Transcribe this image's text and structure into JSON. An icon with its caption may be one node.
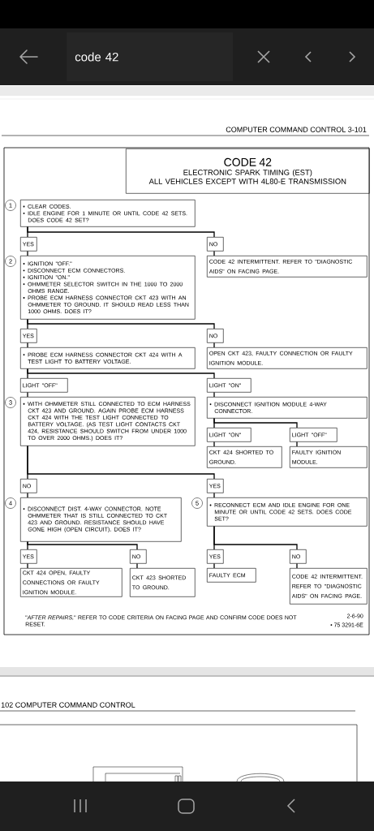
{
  "diagram": {
    "nodes": [
      {
        "text": [
          "CODE 42",
          "ELECTRONIC SPARK TIMING (EST)",
          "ALL VEHICLES EXCEPT WITH 4L80-E TRANSMISSION"
        ]
      },
      {
        "text": [
          "• CLEAR CODES.",
          "• IDLE ENGINE FOR 1 MINUTE OR UNTIL CODE 42 SETS. DOES CODE 42 SET?"
        ],
        "beside": [
          "1"
        ]
      },
      {
        "text": [
          "YES"
        ]
      },
      {
        "text": [
          "NO"
        ]
      },
      {
        "text": [
          "• IGNITION \"OFF.\"",
          "• DISCONNECT ECM CONNECTORS.",
          "• IGNITION \"ON.\"",
          "• OHMMETER SELECTOR SWITCH IN THE 1000 TO 2000 OHMS RANGE.",
          "• PROBE ECM HARNESS CONNECTOR CKT 423 WITH AN OHMMETER TO GROUND. IT SHOULD READ LESS THAN 1000 OHMS. DOES IT?"
        ],
        "beside": [
          "2"
        ]
      },
      {
        "text": [
          "CODE 42 INTERMITTENT. REFER TO \"DIAGNOSTIC AIDS\" ON FACING PAGE."
        ]
      },
      {
        "text": [
          "YES"
        ]
      },
      {
        "text": [
          "NO"
        ]
      },
      {
        "text": [
          "• PROBE ECM HARNESS CONNECTOR CKT 424 WITH A TEST LIGHT TO BATTERY VOLTAGE."
        ]
      },
      {
        "text": [
          "OPEN CKT 423, FAULTY CONNECTION OR FAULTY IGNITION MODULE."
        ]
      },
      {
        "text": [
          "LIGHT \"OFF\""
        ]
      },
      {
        "text": [
          "LIGHT \"ON\""
        ]
      },
      {
        "text": [
          "• WITH OHMMETER STILL CONNECTED TO ECM HARNESS CKT 423 AND GROUND. AGAIN PROBE ECM HARNESS CKT 424 WITH THE TEST LIGHT CONNECTED TO BATTERY VOLTAGE. (AS TEST LIGHT CONTACTS CKT 424, RESISTANCE SHOULD SWITCH FROM UNDER 1000 TO OVER 2000 OHMS.) DOES IT?"
        ],
        "beside": [
          "3"
        ]
      },
      {
        "text": [
          "• DISCONNECT IGNITION MODULE 4-WAY CONNECTOR."
        ]
      },
      {
        "text": [
          "LIGHT \"ON\""
        ]
      },
      {
        "text": [
          "LIGHT \"OFF\""
        ]
      },
      {
        "text": [
          "CKT 424 SHORTED TO GROUND."
        ]
      },
      {
        "text": [
          "FAULTY IGNITION MODULE."
        ]
      },
      {
        "text": [
          "NO"
        ]
      },
      {
        "text": [
          "YES"
        ]
      },
      {
        "text": [
          "• DISCONNECT DIST. 4-WAY CONNECTOR. NOTE OHMMETER THAT IS STILL CONNECTED TO CKT 423 AND GROUND. RESISTANCE SHOULD HAVE GONE HIGH (OPEN CIRCUIT). DOES IT?"
        ],
        "beside": [
          "4"
        ]
      },
      {
        "text": [
          "• RECONNECT ECM AND IDLE ENGINE FOR ONE MINUTE OR UNTIL CODE 42 SETS. DOES CODE SET?"
        ],
        "beside": [
          "5"
        ]
      },
      {
        "text": [
          "YES"
        ]
      },
      {
        "text": [
          "NO"
        ]
      },
      {
        "text": [
          "YES"
        ]
      },
      {
        "text": [
          "NO"
        ]
      },
      {
        "text": [
          "CKT 424 OPEN, FAULTY CONNECTIONS OR FAULTY IGNITION MODULE."
        ]
      },
      {
        "text": [
          "CKT 423 SHORTED TO GROUND."
        ]
      },
      {
        "text": [
          "FAULTY ECM"
        ]
      },
      {
        "text": [
          "CODE 42 INTERMITTENT. REFER TO \"DIAGNOSTIC AIDS\" ON FACING PAGE."
        ]
      }
    ],
    "edges": [
      {
        "from": 1,
        "to": 2,
        "arrow": "none"
      },
      {
        "from": 1,
        "to": 3,
        "arrow": "none"
      },
      {
        "from": 2,
        "to": 4,
        "arrow": "none"
      },
      {
        "from": 3,
        "to": 5,
        "arrow": "none"
      },
      {
        "from": 4,
        "to": 6,
        "arrow": "none"
      },
      {
        "from": 4,
        "to": 7,
        "arrow": "none"
      },
      {
        "from": 6,
        "to": 8,
        "arrow": "none"
      },
      {
        "from": 7,
        "to": 9,
        "arrow": "none"
      },
      {
        "from": 8,
        "to": 10,
        "arrow": "none"
      },
      {
        "from": 8,
        "to": 11,
        "arrow": "none"
      },
      {
        "from": 10,
        "to": 12,
        "arrow": "none"
      },
      {
        "from": 11,
        "to": 13,
        "arrow": "none"
      },
      {
        "from": 13,
        "to": 14,
        "arrow": "none"
      },
      {
        "from": 13,
        "to": 15,
        "arrow": "none"
      },
      {
        "from": 14,
        "to": 16,
        "arrow": "none"
      },
      {
        "from": 15,
        "to": 17,
        "arrow": "none"
      },
      {
        "from": 12,
        "to": 18,
        "arrow": "none"
      },
      {
        "from": 12,
        "to": 19,
        "arrow": "none"
      },
      {
        "from": 18,
        "to": 20,
        "arrow": "none"
      },
      {
        "from": 19,
        "to": 21,
        "arrow": "none"
      },
      {
        "from": 20,
        "to": 22,
        "arrow": "none"
      },
      {
        "from": 20,
        "to": 23,
        "arrow": "none"
      },
      {
        "from": 21,
        "to": 24,
        "arrow": "none"
      },
      {
        "from": 21,
        "to": 25,
        "arrow": "none"
      },
      {
        "from": 22,
        "to": 26,
        "arrow": "none"
      },
      {
        "from": 23,
        "to": 27,
        "arrow": "none"
      },
      {
        "from": 24,
        "to": 28,
        "arrow": "none"
      },
      {
        "from": 25,
        "to": 29,
        "arrow": "none"
      }
    ],
    "labels": [
      "code 42",
      "COMPUTER COMMAND CONTROL 3-101",
      "\"*AFTER REPAIRS,*\" REFER TO CODE CRITERIA ON FACING PAGE AND CONFIRM CODE DOES NOT RESET.",
      "2-6-90",
      "• 75 3291-6E",
      "102 COMPUTER COMMAND CONTROL"
    ]
  }
}
